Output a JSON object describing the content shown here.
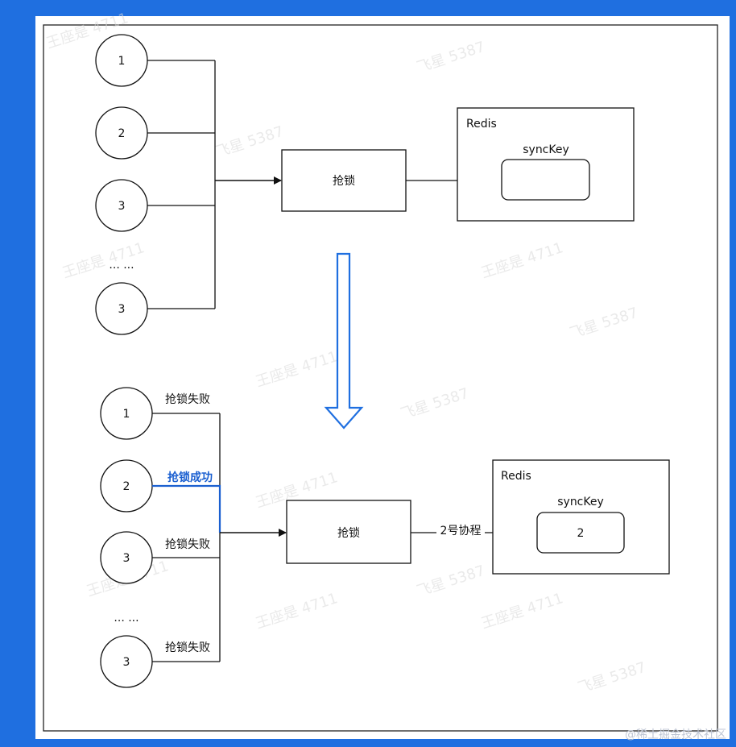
{
  "top": {
    "nodes": [
      "1",
      "2",
      "3",
      "... ...",
      "3"
    ],
    "lock_box": "抢锁",
    "redis": {
      "title": "Redis",
      "key_title": "syncKey",
      "key_value": ""
    }
  },
  "bottom": {
    "nodes": [
      {
        "id": "1",
        "status": "抢锁失败"
      },
      {
        "id": "2",
        "status": "抢锁成功"
      },
      {
        "id": "3",
        "status": "抢锁失败"
      },
      {
        "id": "... ...",
        "status": ""
      },
      {
        "id": "3",
        "status": "抢锁失败"
      }
    ],
    "lock_box": "抢锁",
    "edge_label": "2号协程",
    "redis": {
      "title": "Redis",
      "key_title": "syncKey",
      "key_value": "2"
    }
  },
  "watermarks": [
    "王座是 4711",
    "飞星 5387"
  ],
  "credit": "@稀土掘金技术社区",
  "colors": {
    "background": "#1f6fe0",
    "canvas": "#ffffff",
    "success": "#1a5fd0",
    "transition_arrow": "#1f6fe0"
  }
}
